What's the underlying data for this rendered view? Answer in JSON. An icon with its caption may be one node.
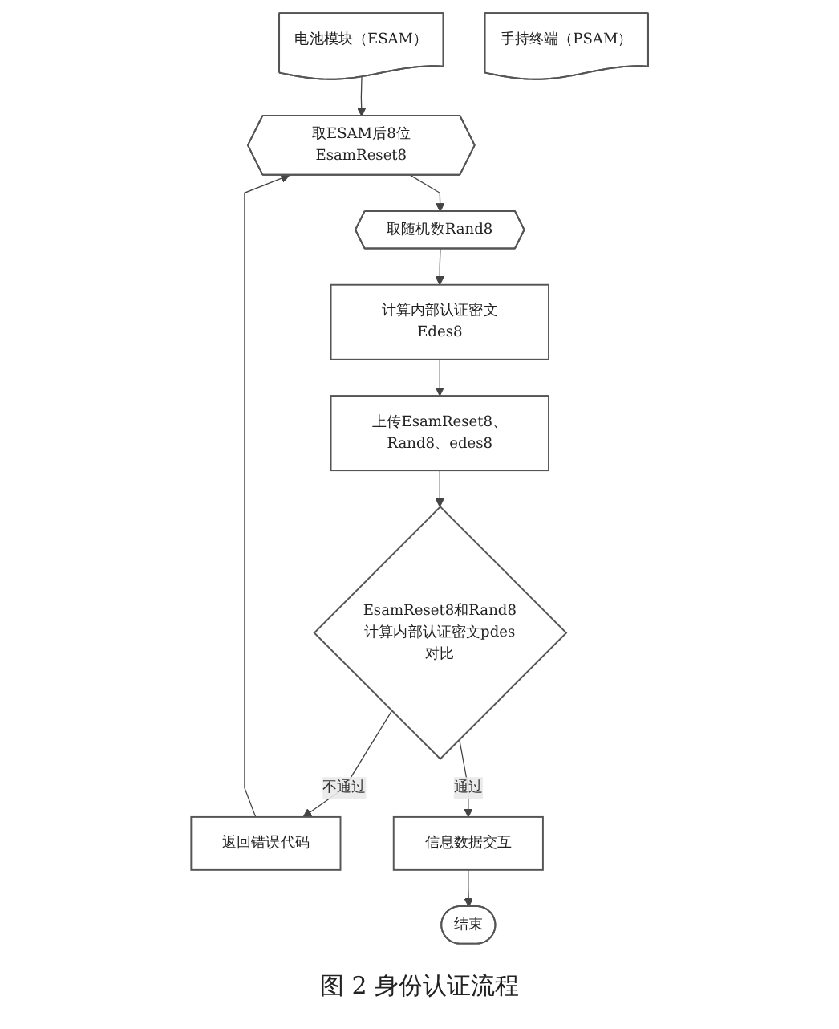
{
  "diagram": {
    "caption": "图 2 身份认证流程",
    "nodes": [
      {
        "text": [
          "电池模块（ESAM）"
        ]
      },
      {
        "text": [
          "手持终端（PSAM）"
        ]
      },
      {
        "text": [
          "返回错误代码"
        ]
      },
      {
        "text": [
          "取ESAM后8位EsamReset8"
        ]
      },
      {
        "text": [
          "取随机数Rand8"
        ]
      },
      {
        "text": [
          "计算内部认证密文Edes8"
        ]
      },
      {
        "text": [
          "上传EsamReset8、Rand8、edes8"
        ]
      },
      {
        "text": [
          "EsamReset8和Rand8计算内部认证密文pdes对比"
        ]
      },
      {
        "text": [
          "信息数据交互"
        ]
      },
      {
        "text": [
          "结束"
        ]
      }
    ],
    "edges": [
      {
        "from": 0,
        "to": 3,
        "arrow": "to"
      },
      {
        "from": 2,
        "to": 3,
        "arrow": "to"
      },
      {
        "from": 3,
        "to": 4,
        "arrow": "to"
      },
      {
        "from": 4,
        "to": 5,
        "arrow": "to"
      },
      {
        "from": 5,
        "to": 6,
        "arrow": "to"
      },
      {
        "from": 6,
        "to": 7,
        "arrow": "to"
      },
      {
        "from": 7,
        "to": 2,
        "arrow": "to",
        "label": "不通过"
      },
      {
        "from": 7,
        "to": 8,
        "arrow": "to",
        "label": "通过"
      },
      {
        "from": 8,
        "to": 9,
        "arrow": "to"
      }
    ]
  }
}
